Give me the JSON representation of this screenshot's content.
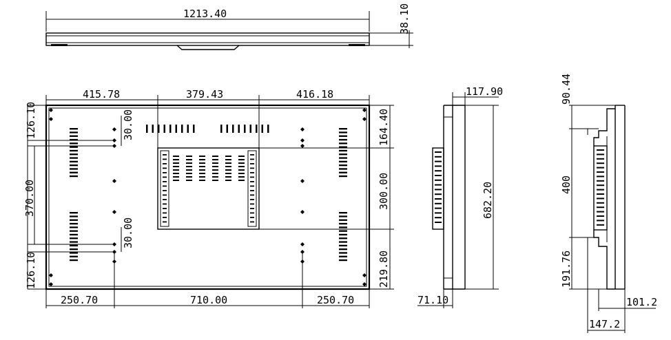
{
  "dimensions": {
    "top_width": "1213.40",
    "top_depth": "38.10",
    "front_a": "415.78",
    "front_b": "379.43",
    "front_c": "416.18",
    "left_top": "126.10",
    "left_gap_top": "30.00",
    "left_middle": "370.00",
    "left_gap_bottom": "30.00",
    "left_bottom": "126.10",
    "right_top": "164.40",
    "right_middle": "300.00",
    "right_bottom": "219.80",
    "bottom_a": "250.70",
    "bottom_b": "710.00",
    "bottom_c": "250.70",
    "side_top": "117.90",
    "side_height": "682.20",
    "side_bottom": "71.10",
    "side2_top": "90.44",
    "side2_middle": "400",
    "side2_bottom": "191.76",
    "side2_depth_a": "101.2",
    "side2_depth_b": "147.2"
  }
}
